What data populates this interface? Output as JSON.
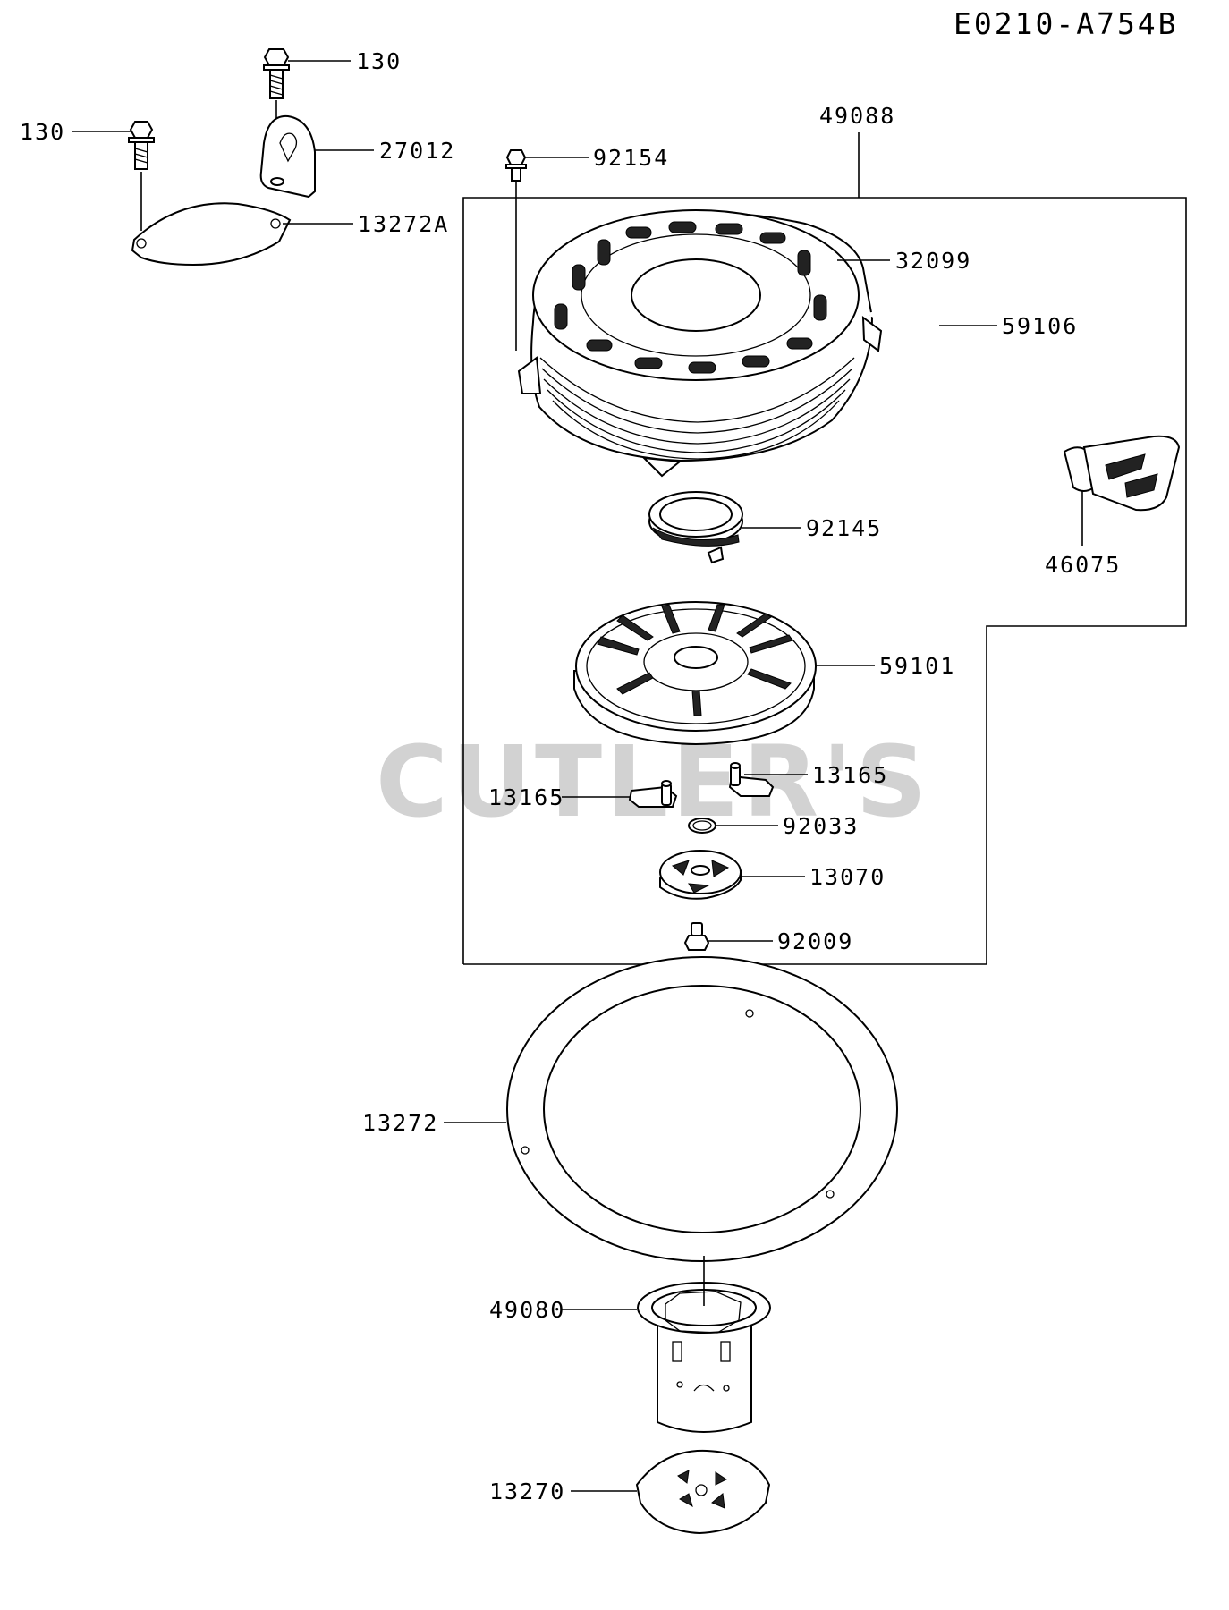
{
  "diagram": {
    "code": "E0210-A754B",
    "watermark": "CUTLER'S"
  },
  "labels": {
    "p130_top": "130",
    "p130_left": "130",
    "p27012": "27012",
    "p13272A": "13272A",
    "p49088": "49088",
    "p92154": "92154",
    "p32099": "32099",
    "p59106": "59106",
    "p46075": "46075",
    "p92145": "92145",
    "p59101": "59101",
    "p13165_right": "13165",
    "p13165_left": "13165",
    "p92033": "92033",
    "p13070": "13070",
    "p92009": "92009",
    "p13272": "13272",
    "p49080": "49080",
    "p13270": "13270"
  },
  "icons": {
    "bolt": "hex-flange-bolt-icon",
    "handle": "t-grip-handle-icon"
  }
}
